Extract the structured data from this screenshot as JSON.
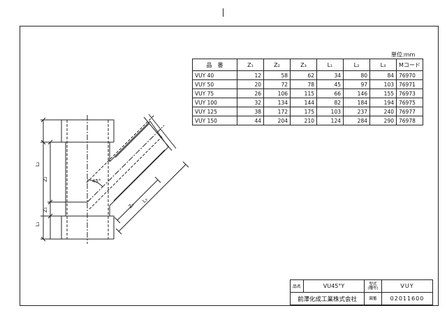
{
  "unit_label": "単位:mm",
  "table": {
    "headers": [
      "品　番",
      "Z₁",
      "Z₂",
      "Z₃",
      "L₁",
      "L₂",
      "L₃",
      "Mコード"
    ],
    "rows": [
      [
        "VUY  40",
        "12",
        "58",
        "62",
        "34",
        "80",
        "84",
        "76970"
      ],
      [
        "VUY  50",
        "20",
        "72",
        "78",
        "45",
        "97",
        "103",
        "76971"
      ],
      [
        "VUY  75",
        "26",
        "106",
        "115",
        "66",
        "146",
        "155",
        "76973"
      ],
      [
        "VUY  100",
        "32",
        "134",
        "144",
        "82",
        "184",
        "194",
        "76975"
      ],
      [
        "VUY  125",
        "38",
        "172",
        "175",
        "103",
        "237",
        "240",
        "76977"
      ],
      [
        "VUY  150",
        "44",
        "204",
        "210",
        "124",
        "284",
        "290",
        "76978"
      ]
    ]
  },
  "drawing": {
    "angle_label": "45°",
    "dim_labels": {
      "L1": "L₁",
      "L2": "L₂",
      "L3": "L₃",
      "Z1": "Z₁",
      "Z2": "Z₂",
      "Z3": "Z₃"
    }
  },
  "title_block": {
    "name_label": "品名",
    "name_value": "VU45°Y",
    "model_label": "型式",
    "model_sub": "(種号)",
    "model_value": "VUY",
    "company": "前澤化成工業株式会社",
    "number_label": "図番",
    "number_value": "02011600"
  }
}
